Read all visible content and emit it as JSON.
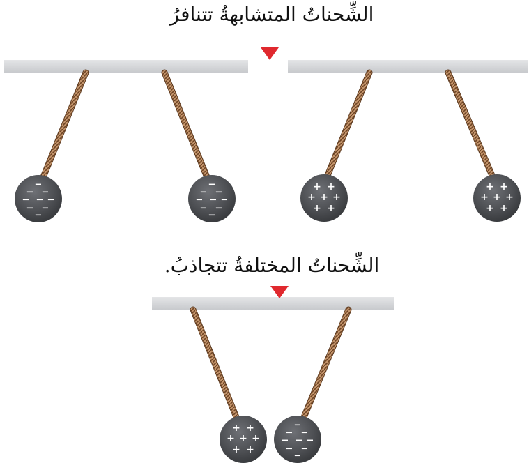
{
  "captions": {
    "like_charges": "الشِّحناتُ المتشابهةُ تتنافرُ",
    "unlike_charges": "الشِّحناتُ المختلفةُ تتجاذبُ."
  },
  "colors": {
    "bar": "#d3d5d8",
    "indicator": "#e0282e",
    "rope": "#b8865a",
    "ball": "#4d4f53",
    "charge_sign": "#ffffff"
  },
  "charge_symbols": {
    "negative": "−",
    "positive": "+"
  },
  "panels": [
    {
      "id": "repel-negative",
      "balls": [
        "negative",
        "negative"
      ]
    },
    {
      "id": "repel-positive",
      "balls": [
        "positive",
        "positive"
      ]
    },
    {
      "id": "attract",
      "balls": [
        "positive",
        "negative"
      ]
    }
  ]
}
